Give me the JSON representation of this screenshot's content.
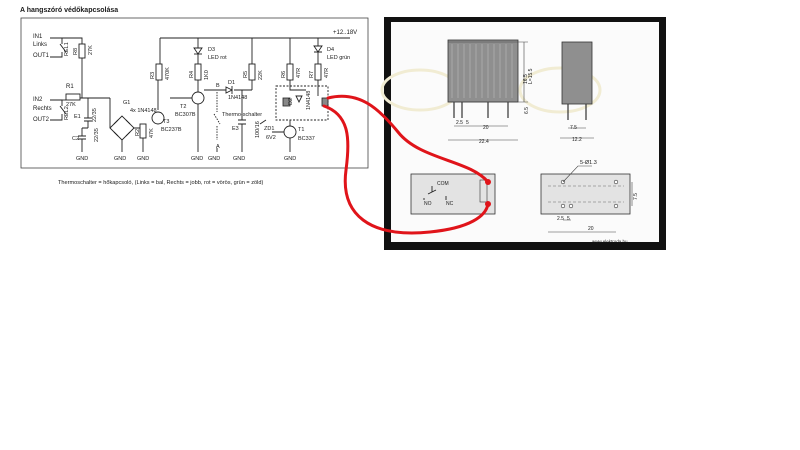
{
  "schematic": {
    "title": "A hangszóró védőkapcsolása",
    "caption": "Thermoschalter = hőkapcsoló, (Links = bal, Rechts = jobb, rot = vörös, grün = zöld)",
    "supply": "+12..18V",
    "labels": {
      "in1": "IN1",
      "links": "Links",
      "out1": "OUT1",
      "in2": "IN2",
      "rechts": "Rechts",
      "out2": "OUT2",
      "rel1": "REL1",
      "rel2": "REL2",
      "r1": "R1",
      "r1v": "27K",
      "r8": "R8",
      "r8v": "27K",
      "e1": "E1",
      "e1v": "22/35",
      "c2": "C2",
      "c2v": "22/35",
      "g1": "G1",
      "g1v": "4x 1N4148",
      "r2": "R2",
      "r2v": "47K",
      "t3": "T3",
      "t3v": "BC237B",
      "r3": "R3",
      "r3v": "470K",
      "r4": "R4",
      "r4v": "1K0",
      "d3": "D3",
      "d3v": "LED rot",
      "t2": "T2",
      "t2v": "BC307B",
      "d1": "D1",
      "d1v": "1N4148",
      "b": "B",
      "a": "A",
      "thermo": "Thermo-schalter",
      "e3": "E3",
      "e3v": "100/16",
      "r5": "R5",
      "r5v": "22K",
      "r6": "R6",
      "r6v": "47R",
      "r7": "R7",
      "r7v": "47R",
      "d4": "D4",
      "d4v": "LED grün",
      "d2": "D2",
      "d2v": "1N4148",
      "zd1": "ZD1",
      "zd1v": "6V2",
      "t1": "T1",
      "t1v": "BC337",
      "gnd": "GND"
    }
  },
  "relay": {
    "dims": {
      "length": "20",
      "total": "22.4",
      "pin_pitch": "2.5",
      "pin_pitch2": "5",
      "width": "12.2",
      "pin_w": "7.5",
      "h1": "16.5",
      "h2": "L=15.5",
      "side_h": "6.5",
      "holes": "5-Ø1.3",
      "row": "7.5",
      "bottom_len": "20"
    },
    "contacts": {
      "com": "COM",
      "no": "NO",
      "nc": "NC"
    },
    "footer": "www.elektroda.hu"
  },
  "colors": {
    "wire_red": "#e0141a",
    "frame": "#111111"
  }
}
